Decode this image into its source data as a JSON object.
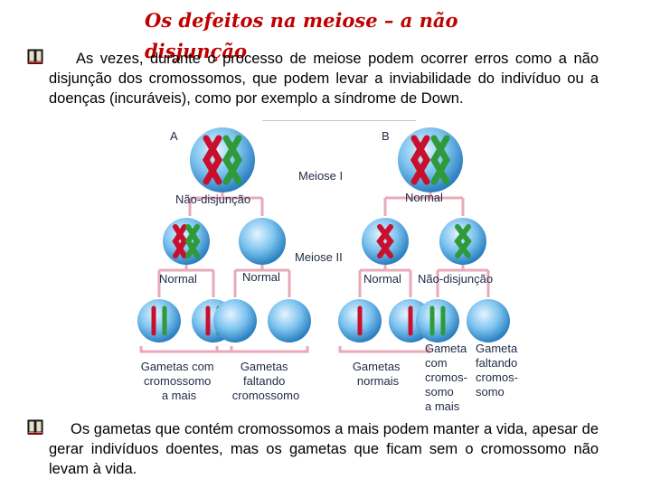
{
  "title": "Os defeitos na meiose – a não disjunção",
  "paragraph1": "As vezes, durante o processo de meiose podem ocorrer erros como a não disjunção dos cromossomos, que podem levar a inviabilidade do indivíduo ou a doenças (incuráveis), como por exemplo a síndrome de Down.",
  "paragraph2": "Os gametas que contém cromossomos a mais podem manter a vida, apesar de gerar indivíduos doentes, mas os gametas que ficam sem o cromossomo não levam à vida.",
  "bullet_icon": "book-icon",
  "diagram": {
    "panel_a": "A",
    "panel_b": "B",
    "meiose1": "Meiose I",
    "meiose2": "Meiose II",
    "nao_disjuncao_a": "Não-disjunção",
    "normal_b1": "Normal",
    "normal_a1": "Normal",
    "normal_a2": "Normal",
    "normal_b2": "Normal",
    "nao_disjuncao_b": "Não-disjunção",
    "gametas_com_lines": [
      "Gametas com",
      "cromossomo",
      "a mais"
    ],
    "gametas_faltando_lines": [
      "Gametas",
      "faltando",
      "cromossomo"
    ],
    "gametas_normais_lines": [
      "Gametas",
      "normais"
    ],
    "gameta_com_lines": [
      "Gameta",
      "com",
      "cromos-",
      "somo",
      "a mais"
    ],
    "gameta_faltando_lines": [
      "Gameta",
      "faltando",
      "cromos-",
      "somo"
    ]
  },
  "colors": {
    "title": "#c00000",
    "chrom_red": "#c8102e",
    "chrom_green": "#2e9a3a",
    "cell": "#4aa3df"
  }
}
